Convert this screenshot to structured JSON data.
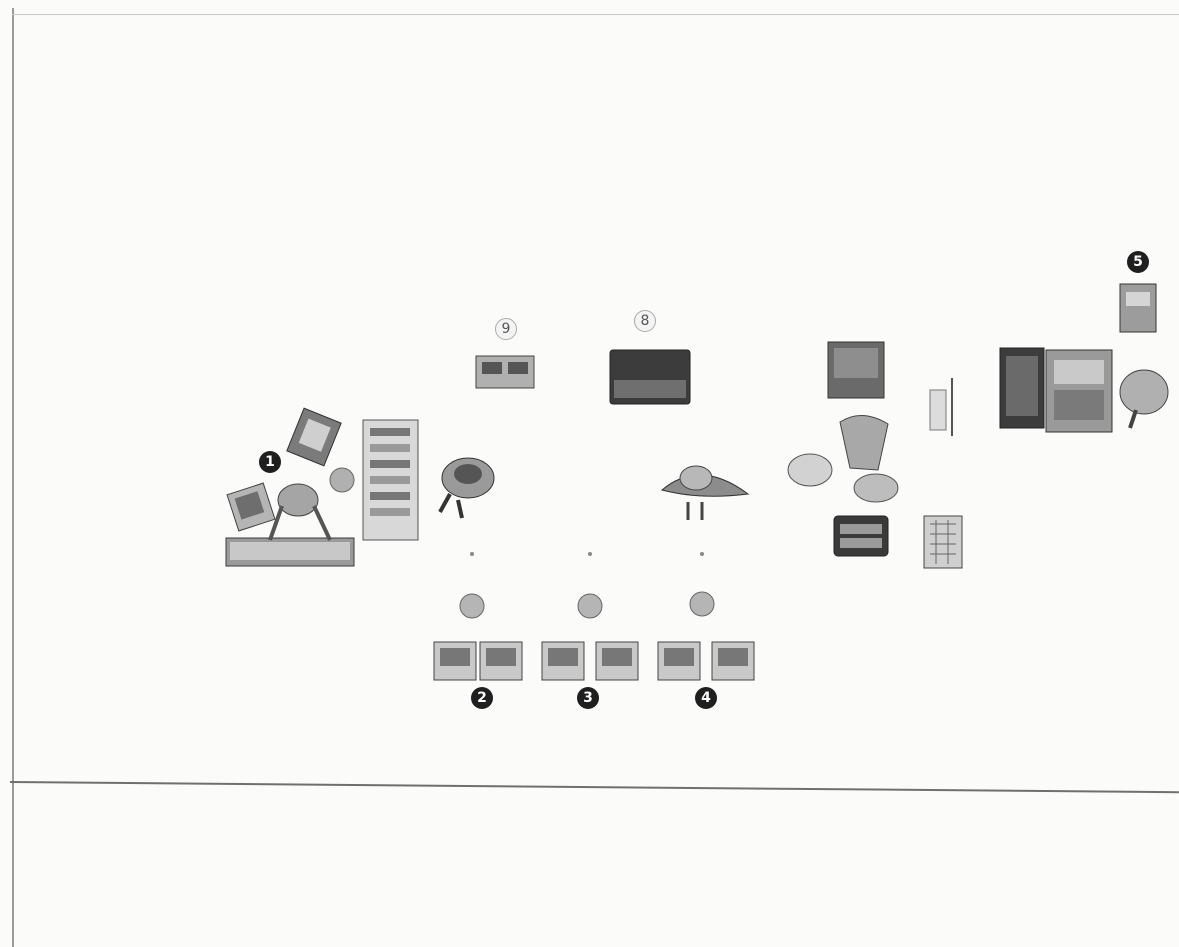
{
  "markers": [
    "1",
    "2",
    "3",
    "4",
    "5",
    "8",
    "9"
  ],
  "colors": {
    "background": "#fbfbfa",
    "marker_fill": "#1f1f1f",
    "marker_text": "#ffffff",
    "outline_marker_fill": "#f4f4f4",
    "equipment_dark": "#3c3c3c",
    "equipment_mid": "#8a8a8a",
    "equipment_light": "#cfcfcf",
    "frame_line": "#9a9a9a"
  },
  "icons": [
    "robot-arm-icon",
    "storage-bin-icon",
    "rack-icon",
    "workstation-icon",
    "ball-icon",
    "conveyor-icon",
    "cabinet-icon",
    "crate-icon",
    "tray-icon"
  ]
}
